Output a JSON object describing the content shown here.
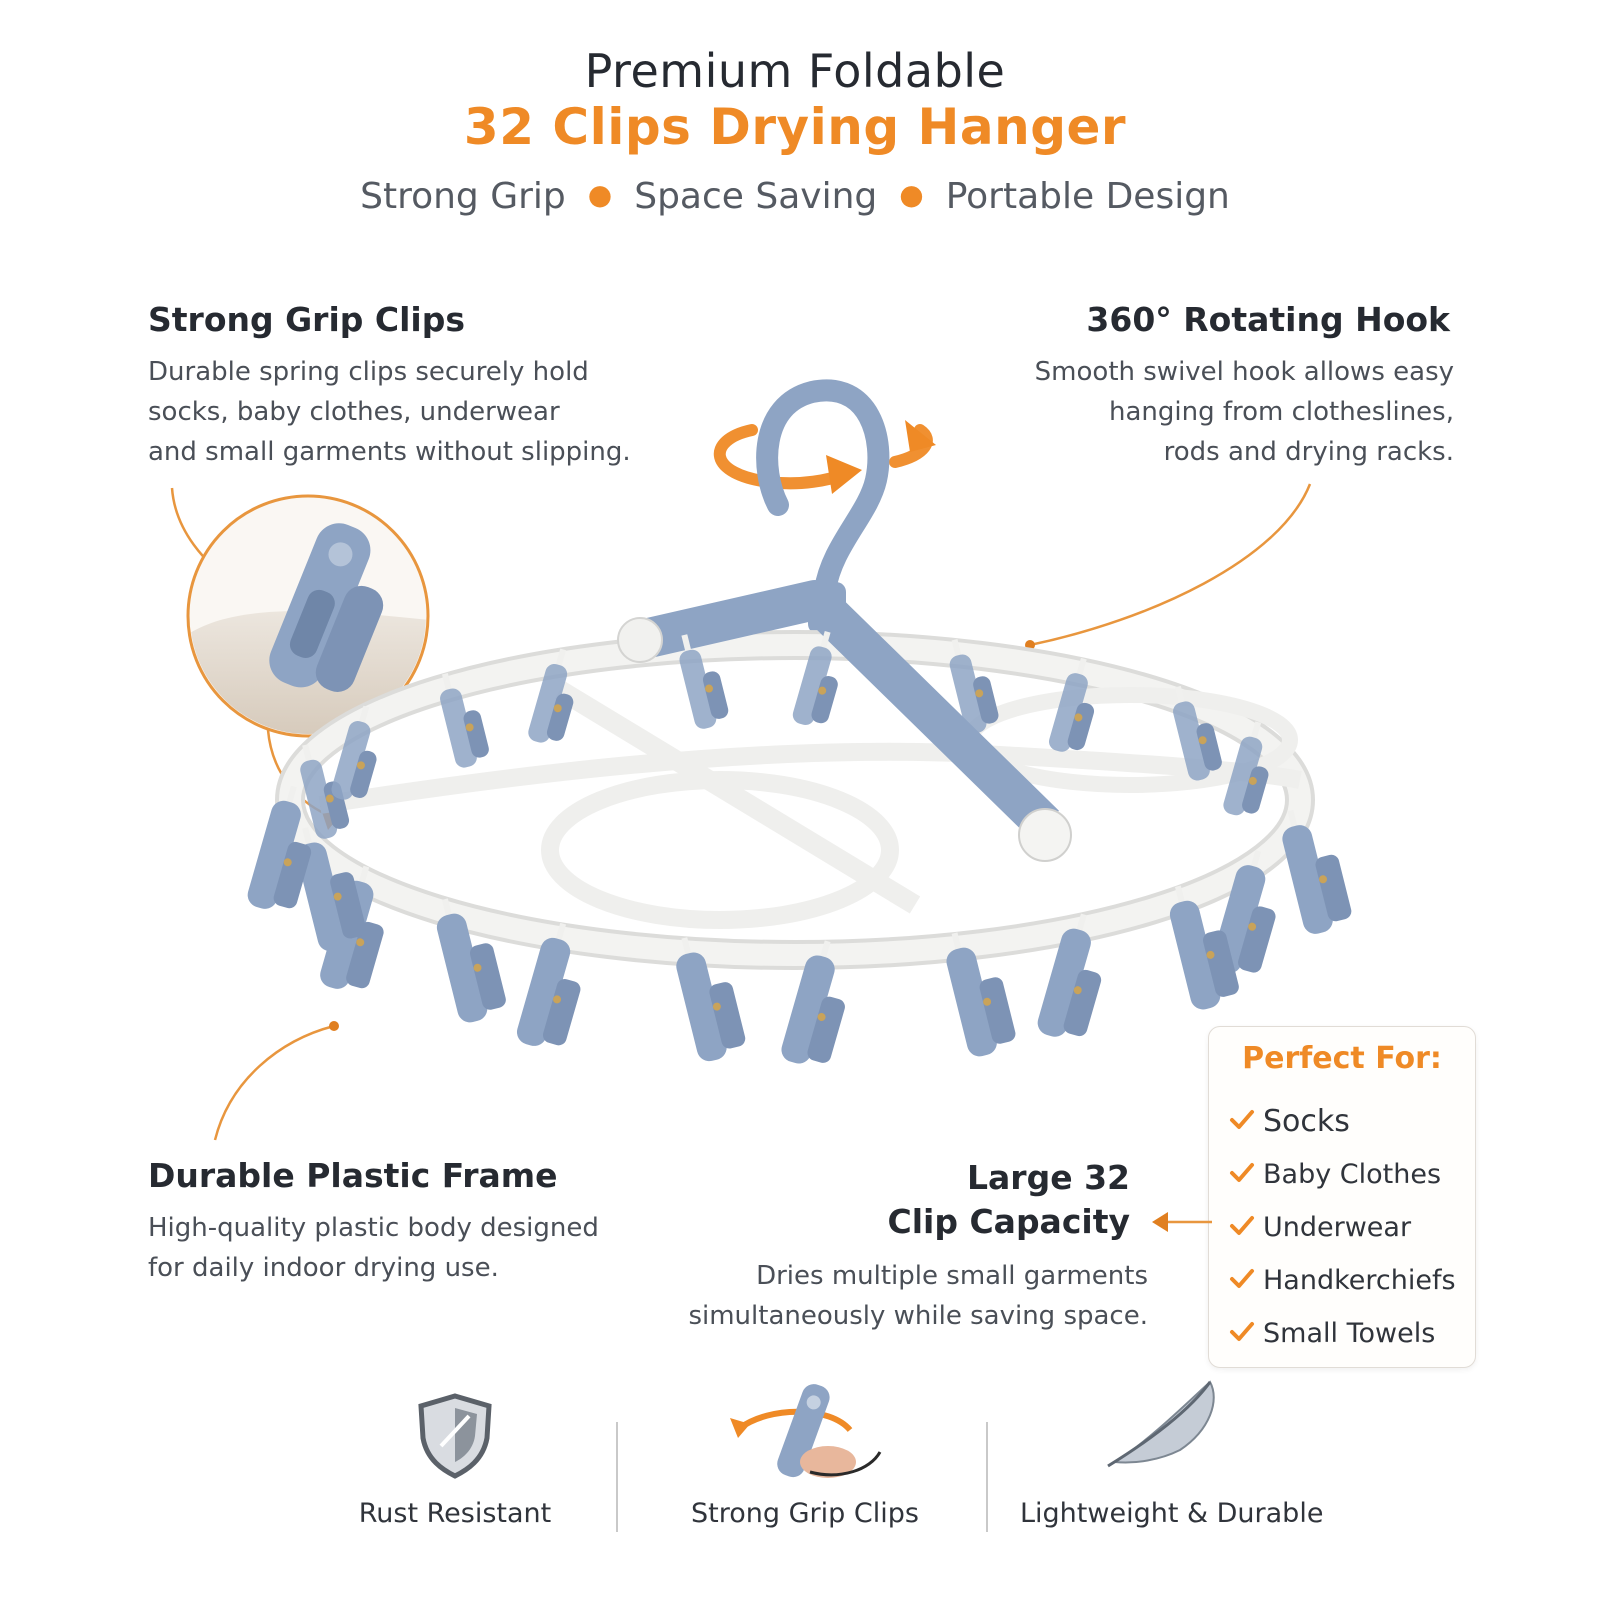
{
  "header": {
    "title_line1": "Premium Foldable",
    "title_line2": "32 Clips Drying Hanger",
    "tagline": [
      "Strong Grip",
      "Space Saving",
      "Portable Design"
    ]
  },
  "features": {
    "grip": {
      "title": "Strong Grip Clips",
      "desc": [
        "Durable spring clips securely hold",
        "socks, baby clothes, underwear",
        "and small garments without slipping."
      ]
    },
    "hook": {
      "title": "360° Rotating Hook",
      "desc": [
        "Smooth swivel hook allows easy",
        "hanging from clotheslines,",
        "rods and drying racks."
      ]
    },
    "frame": {
      "title": "Durable Plastic Frame",
      "desc": [
        "High-quality plastic body designed",
        "for daily indoor drying use."
      ]
    },
    "capacity": {
      "title": [
        "Large 32",
        "Clip Capacity"
      ],
      "desc": [
        "Dries multiple small garments",
        "simultaneously while saving space."
      ]
    }
  },
  "perfect_for": {
    "title": "Perfect For:",
    "items": [
      "Socks",
      "Baby Clothes",
      "Underwear",
      "Handkerchiefs",
      "Small Towels"
    ]
  },
  "bottom_features": [
    {
      "label": "Rust Resistant",
      "icon": "shield-icon"
    },
    {
      "label": "Strong Grip Clips",
      "icon": "clip-grip-icon"
    },
    {
      "label": "Lightweight & Durable",
      "icon": "feather-icon"
    }
  ],
  "colors": {
    "accent_orange": "#ef8a26",
    "clip_blue": "#8ea4c4",
    "frame_white": "#f2f2f0",
    "text_dark": "#262a31"
  }
}
